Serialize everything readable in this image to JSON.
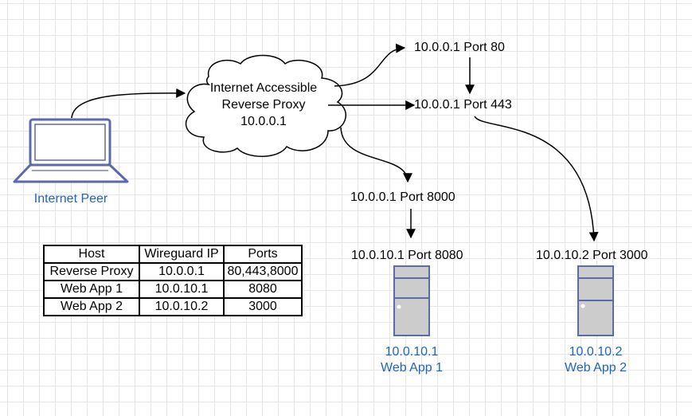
{
  "peer": {
    "label": "Internet Peer"
  },
  "proxy": {
    "line1": "Internet Accessible",
    "line2": "Reverse Proxy",
    "ip": "10.0.0.1"
  },
  "ports": {
    "p80": "10.0.0.1 Port 80",
    "p443": "10.0.0.1 Port 443",
    "p8000": "10.0.0.1 Port 8000",
    "p8080": "10.0.10.1 Port 8080",
    "p3000": "10.0.10.2 Port 3000"
  },
  "servers": [
    {
      "ip": "10.0.10.1",
      "name": "Web App 1"
    },
    {
      "ip": "10.0.10.2",
      "name": "Web App 2"
    }
  ],
  "table": {
    "headers": [
      "Host",
      "Wireguard IP",
      "Ports"
    ],
    "rows": [
      [
        "Reverse Proxy",
        "10.0.0.1",
        "80,443,8000"
      ],
      [
        "Web App 1",
        "10.0.10.1",
        "8080"
      ],
      [
        "Web App 2",
        "10.0.10.2",
        "3000"
      ]
    ]
  },
  "colors": {
    "device_stroke": "#5a6aaa",
    "device_fill": "#ffffff",
    "server_fill": "#cccccc",
    "label_blue": "#1e64be",
    "line": "#000000"
  }
}
